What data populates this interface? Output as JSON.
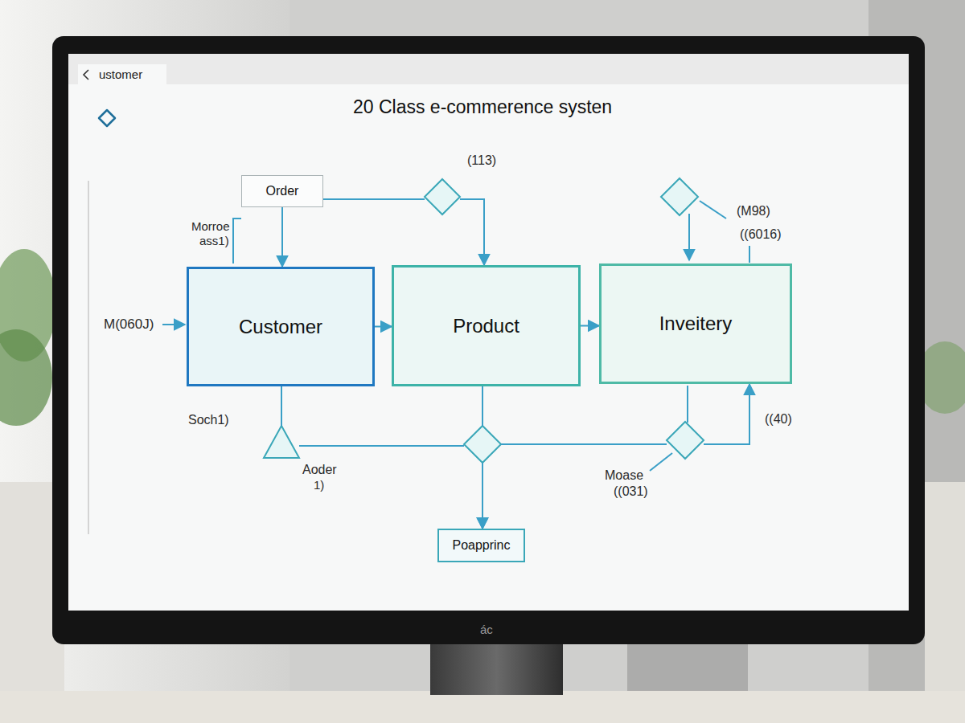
{
  "diagram": {
    "title": "20 Class e-commerence systen",
    "nodes": [
      {
        "text": [
          "Order"
        ]
      },
      {
        "text": [
          "Customer"
        ]
      },
      {
        "text": [
          "Product"
        ]
      },
      {
        "text": [
          "Inveitery"
        ]
      },
      {
        "text": [
          "Poapprinc"
        ]
      }
    ],
    "edges": [
      {
        "from": 0,
        "to": 1,
        "arrow": "to"
      },
      {
        "from": 0,
        "to": 2,
        "arrow": "to"
      },
      {
        "from": 1,
        "to": 2,
        "arrow": "to"
      },
      {
        "from": 2,
        "to": 3,
        "arrow": "to"
      },
      {
        "from": 1,
        "to": 4,
        "arrow": "to"
      },
      {
        "from": 2,
        "to": 4,
        "arrow": "to"
      },
      {
        "from": 1,
        "to": 3,
        "arrow": "to"
      }
    ],
    "labels": [
      "ustomer",
      "(113)",
      "Morroe",
      "ass1)",
      "M(060J)",
      "(M98)",
      "((6016)",
      "Soch1)",
      "Aoder",
      "1)",
      "((40)",
      "Moase",
      "((031)",
      "ác"
    ]
  }
}
